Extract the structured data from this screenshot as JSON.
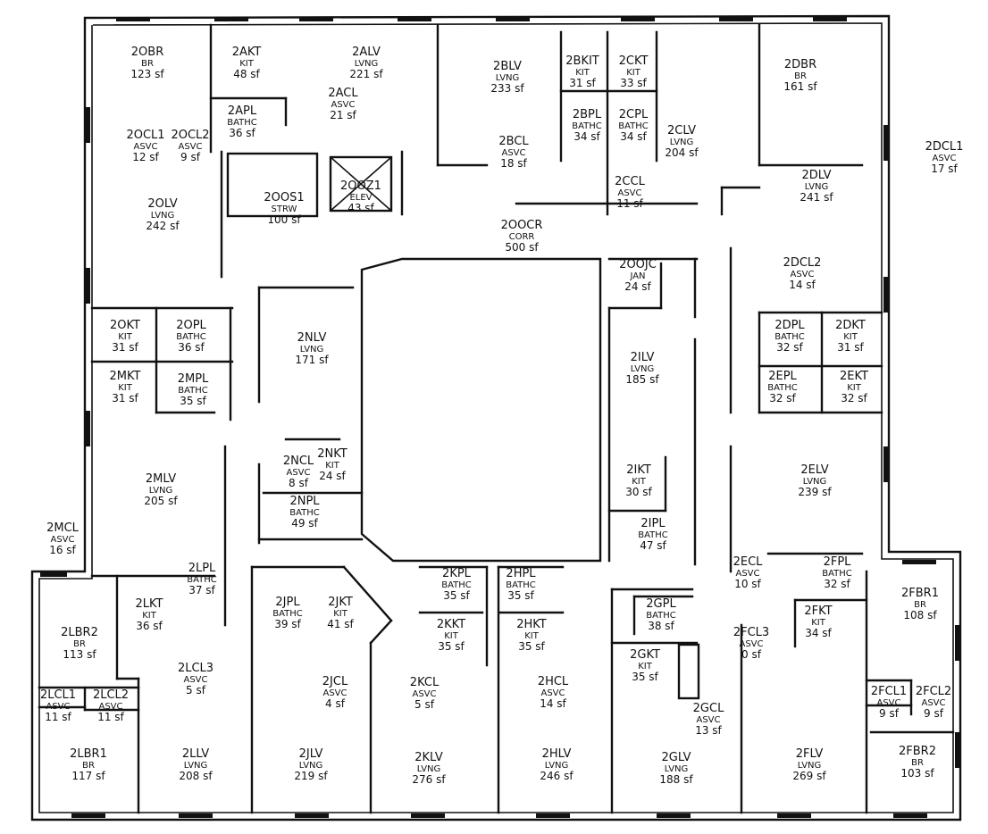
{
  "rooms": [
    {
      "id": "2OBR",
      "type": "BR",
      "area": "123 sf"
    },
    {
      "id": "2AKT",
      "type": "KIT",
      "area": "48 sf"
    },
    {
      "id": "2ALV",
      "type": "LVNG",
      "area": "221 sf"
    },
    {
      "id": "2ACL",
      "type": "ASVC",
      "area": "21 sf"
    },
    {
      "id": "2APL",
      "type": "BATHC",
      "area": "36 sf"
    },
    {
      "id": "2OCL1",
      "type": "ASVC",
      "area": "12 sf"
    },
    {
      "id": "2OCL2",
      "type": "ASVC",
      "area": "9 sf"
    },
    {
      "id": "2BLV",
      "type": "LVNG",
      "area": "233 sf"
    },
    {
      "id": "2BKIT",
      "type": "KIT",
      "area": "31 sf"
    },
    {
      "id": "2CKT",
      "type": "KIT",
      "area": "33 sf"
    },
    {
      "id": "2BPL",
      "type": "BATHC",
      "area": "34 sf"
    },
    {
      "id": "2CPL",
      "type": "BATHC",
      "area": "34 sf"
    },
    {
      "id": "2CLV",
      "type": "LVNG",
      "area": "204 sf"
    },
    {
      "id": "2BCL",
      "type": "ASVC",
      "area": "18 sf"
    },
    {
      "id": "2CCL",
      "type": "ASVC",
      "area": "11 sf"
    },
    {
      "id": "2DBR",
      "type": "BR",
      "area": "161 sf"
    },
    {
      "id": "2DCL1",
      "type": "ASVC",
      "area": "17 sf"
    },
    {
      "id": "2OOS1",
      "type": "STRW",
      "area": "100 sf"
    },
    {
      "id": "2OOZ1",
      "type": "ELEV",
      "area": "43 sf"
    },
    {
      "id": "2OLV",
      "type": "LVNG",
      "area": "242 sf"
    },
    {
      "id": "2OOCR",
      "type": "CORR",
      "area": "500 sf"
    },
    {
      "id": "2DLV",
      "type": "LVNG",
      "area": "241 sf"
    },
    {
      "id": "2OOJC",
      "type": "JAN",
      "area": "24 sf"
    },
    {
      "id": "2DCL2",
      "type": "ASVC",
      "area": "14 sf"
    },
    {
      "id": "2OKT",
      "type": "KIT",
      "area": "31 sf"
    },
    {
      "id": "2OPL",
      "type": "BATHC",
      "area": "36 sf"
    },
    {
      "id": "2NLV",
      "type": "LVNG",
      "area": "171 sf"
    },
    {
      "id": "2ILV",
      "type": "LVNG",
      "area": "185 sf"
    },
    {
      "id": "2DPL",
      "type": "BATHC",
      "area": "32 sf"
    },
    {
      "id": "2DKT",
      "type": "KIT",
      "area": "31 sf"
    },
    {
      "id": "2MKT",
      "type": "KIT",
      "area": "31 sf"
    },
    {
      "id": "2MPL",
      "type": "BATHC",
      "area": "35 sf"
    },
    {
      "id": "2EPL",
      "type": "BATHC",
      "area": "32 sf"
    },
    {
      "id": "2EKT",
      "type": "KIT",
      "area": "32 sf"
    },
    {
      "id": "2NCL",
      "type": "ASVC",
      "area": "8 sf"
    },
    {
      "id": "2NKT",
      "type": "KIT",
      "area": "24 sf"
    },
    {
      "id": "2MLV",
      "type": "LVNG",
      "area": "205 sf"
    },
    {
      "id": "2IKT",
      "type": "KIT",
      "area": "30 sf"
    },
    {
      "id": "2ELV",
      "type": "LVNG",
      "area": "239 sf"
    },
    {
      "id": "2NPL",
      "type": "BATHC",
      "area": "49 sf"
    },
    {
      "id": "2IPL",
      "type": "BATHC",
      "area": "47 sf"
    },
    {
      "id": "2MCL",
      "type": "ASVC",
      "area": "16 sf"
    },
    {
      "id": "2LPL",
      "type": "BATHC",
      "area": "37 sf"
    },
    {
      "id": "2KPL",
      "type": "BATHC",
      "area": "35 sf"
    },
    {
      "id": "2HPL",
      "type": "BATHC",
      "area": "35 sf"
    },
    {
      "id": "2ECL",
      "type": "ASVC",
      "area": "10 sf"
    },
    {
      "id": "2FPL",
      "type": "BATHC",
      "area": "32 sf"
    },
    {
      "id": "2FBR1",
      "type": "BR",
      "area": "108 sf"
    },
    {
      "id": "2LKT",
      "type": "KIT",
      "area": "36 sf"
    },
    {
      "id": "2JPL",
      "type": "BATHC",
      "area": "39 sf"
    },
    {
      "id": "2JKT",
      "type": "KIT",
      "area": "41 sf"
    },
    {
      "id": "2GPL",
      "type": "BATHC",
      "area": "38 sf"
    },
    {
      "id": "2FCL3",
      "type": "ASVC",
      "area": "0 sf"
    },
    {
      "id": "2FKT",
      "type": "KIT",
      "area": "34 sf"
    },
    {
      "id": "2KKT",
      "type": "KIT",
      "area": "35 sf"
    },
    {
      "id": "2HKT",
      "type": "KIT",
      "area": "35 sf"
    },
    {
      "id": "2LBR2",
      "type": "BR",
      "area": "113 sf"
    },
    {
      "id": "2GKT",
      "type": "KIT",
      "area": "35 sf"
    },
    {
      "id": "2LCL3",
      "type": "ASVC",
      "area": "5 sf"
    },
    {
      "id": "2JCL",
      "type": "ASVC",
      "area": "4 sf"
    },
    {
      "id": "2KCL",
      "type": "ASVC",
      "area": "5 sf"
    },
    {
      "id": "2HCL",
      "type": "ASVC",
      "area": "14 sf"
    },
    {
      "id": "2LCL1",
      "type": "ASVC",
      "area": "11 sf"
    },
    {
      "id": "2LCL2",
      "type": "ASVC",
      "area": "11 sf"
    },
    {
      "id": "2FCL1",
      "type": "ASVC",
      "area": "9 sf"
    },
    {
      "id": "2FCL2",
      "type": "ASVC",
      "area": "9 sf"
    },
    {
      "id": "2GCL",
      "type": "ASVC",
      "area": "13 sf"
    },
    {
      "id": "2LBR1",
      "type": "BR",
      "area": "117 sf"
    },
    {
      "id": "2LLV",
      "type": "LVNG",
      "area": "208 sf"
    },
    {
      "id": "2JLV",
      "type": "LVNG",
      "area": "219 sf"
    },
    {
      "id": "2KLV",
      "type": "LVNG",
      "area": "276 sf"
    },
    {
      "id": "2HLV",
      "type": "LVNG",
      "area": "246 sf"
    },
    {
      "id": "2GLV",
      "type": "LVNG",
      "area": "188 sf"
    },
    {
      "id": "2FLV",
      "type": "LVNG",
      "area": "269 sf"
    },
    {
      "id": "2FBR2",
      "type": "BR",
      "area": "103 sf"
    }
  ]
}
